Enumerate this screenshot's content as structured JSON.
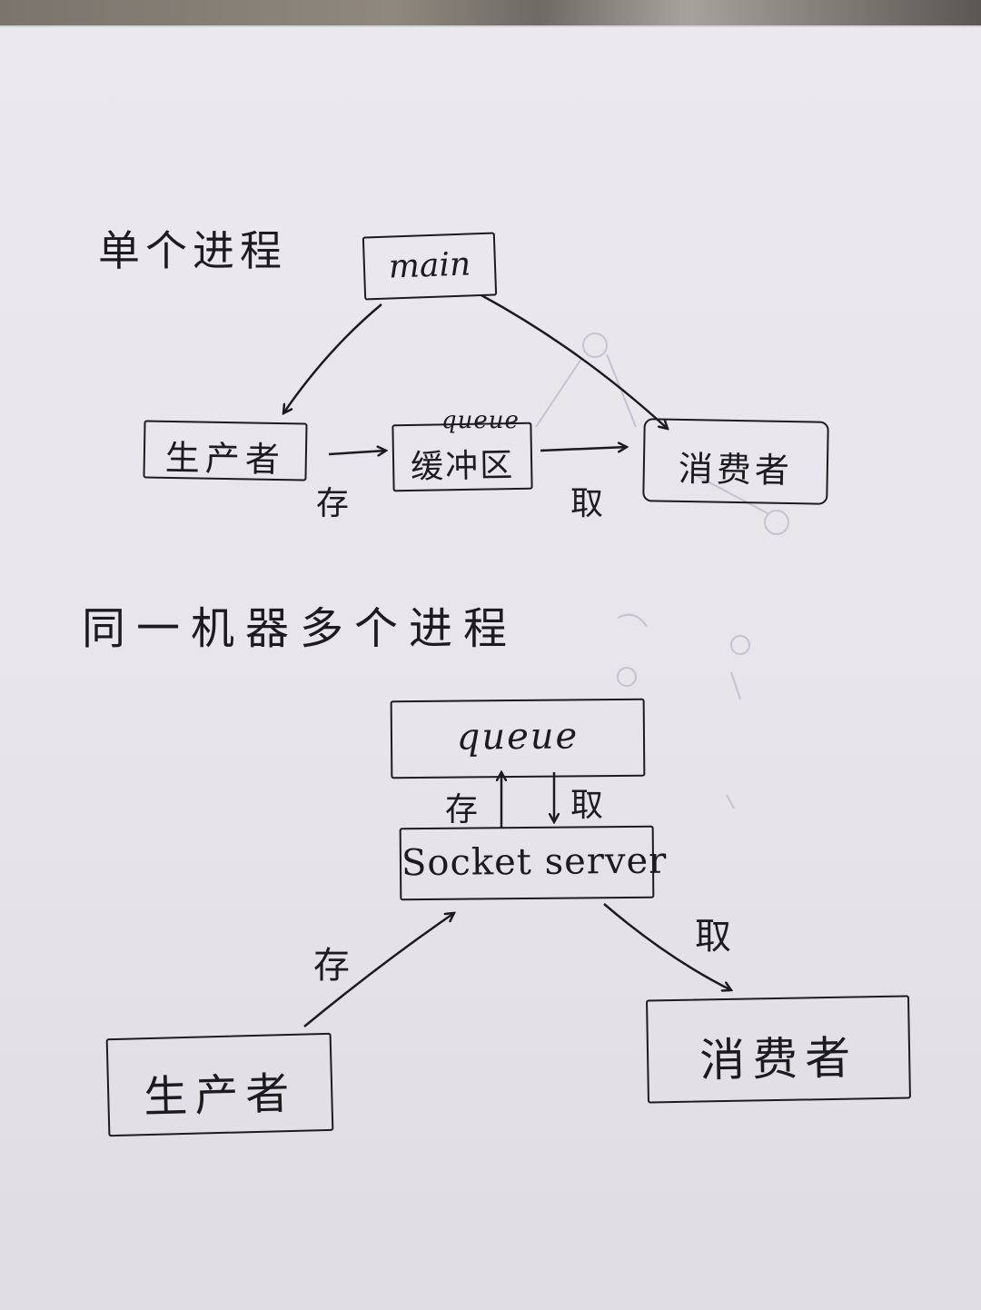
{
  "section1": {
    "title": "单个进程",
    "main_box": "main",
    "producer_box": "生产者",
    "buffer_box": "缓冲区",
    "buffer_note": "queue",
    "consumer_box": "消费者",
    "store_label": "存",
    "fetch_label": "取"
  },
  "section2": {
    "title": "同一机器多个进程",
    "queue_box": "queue",
    "server_box": "Socket server",
    "store_up_label": "存",
    "fetch_down_label": "取",
    "producer_box": "生产者",
    "consumer_box": "消费者",
    "store_label": "存",
    "fetch_label": "取"
  },
  "colors": {
    "ink": "#1c1c1f",
    "paper": "#e9e7ec",
    "ghost": "#b9b6c9"
  }
}
